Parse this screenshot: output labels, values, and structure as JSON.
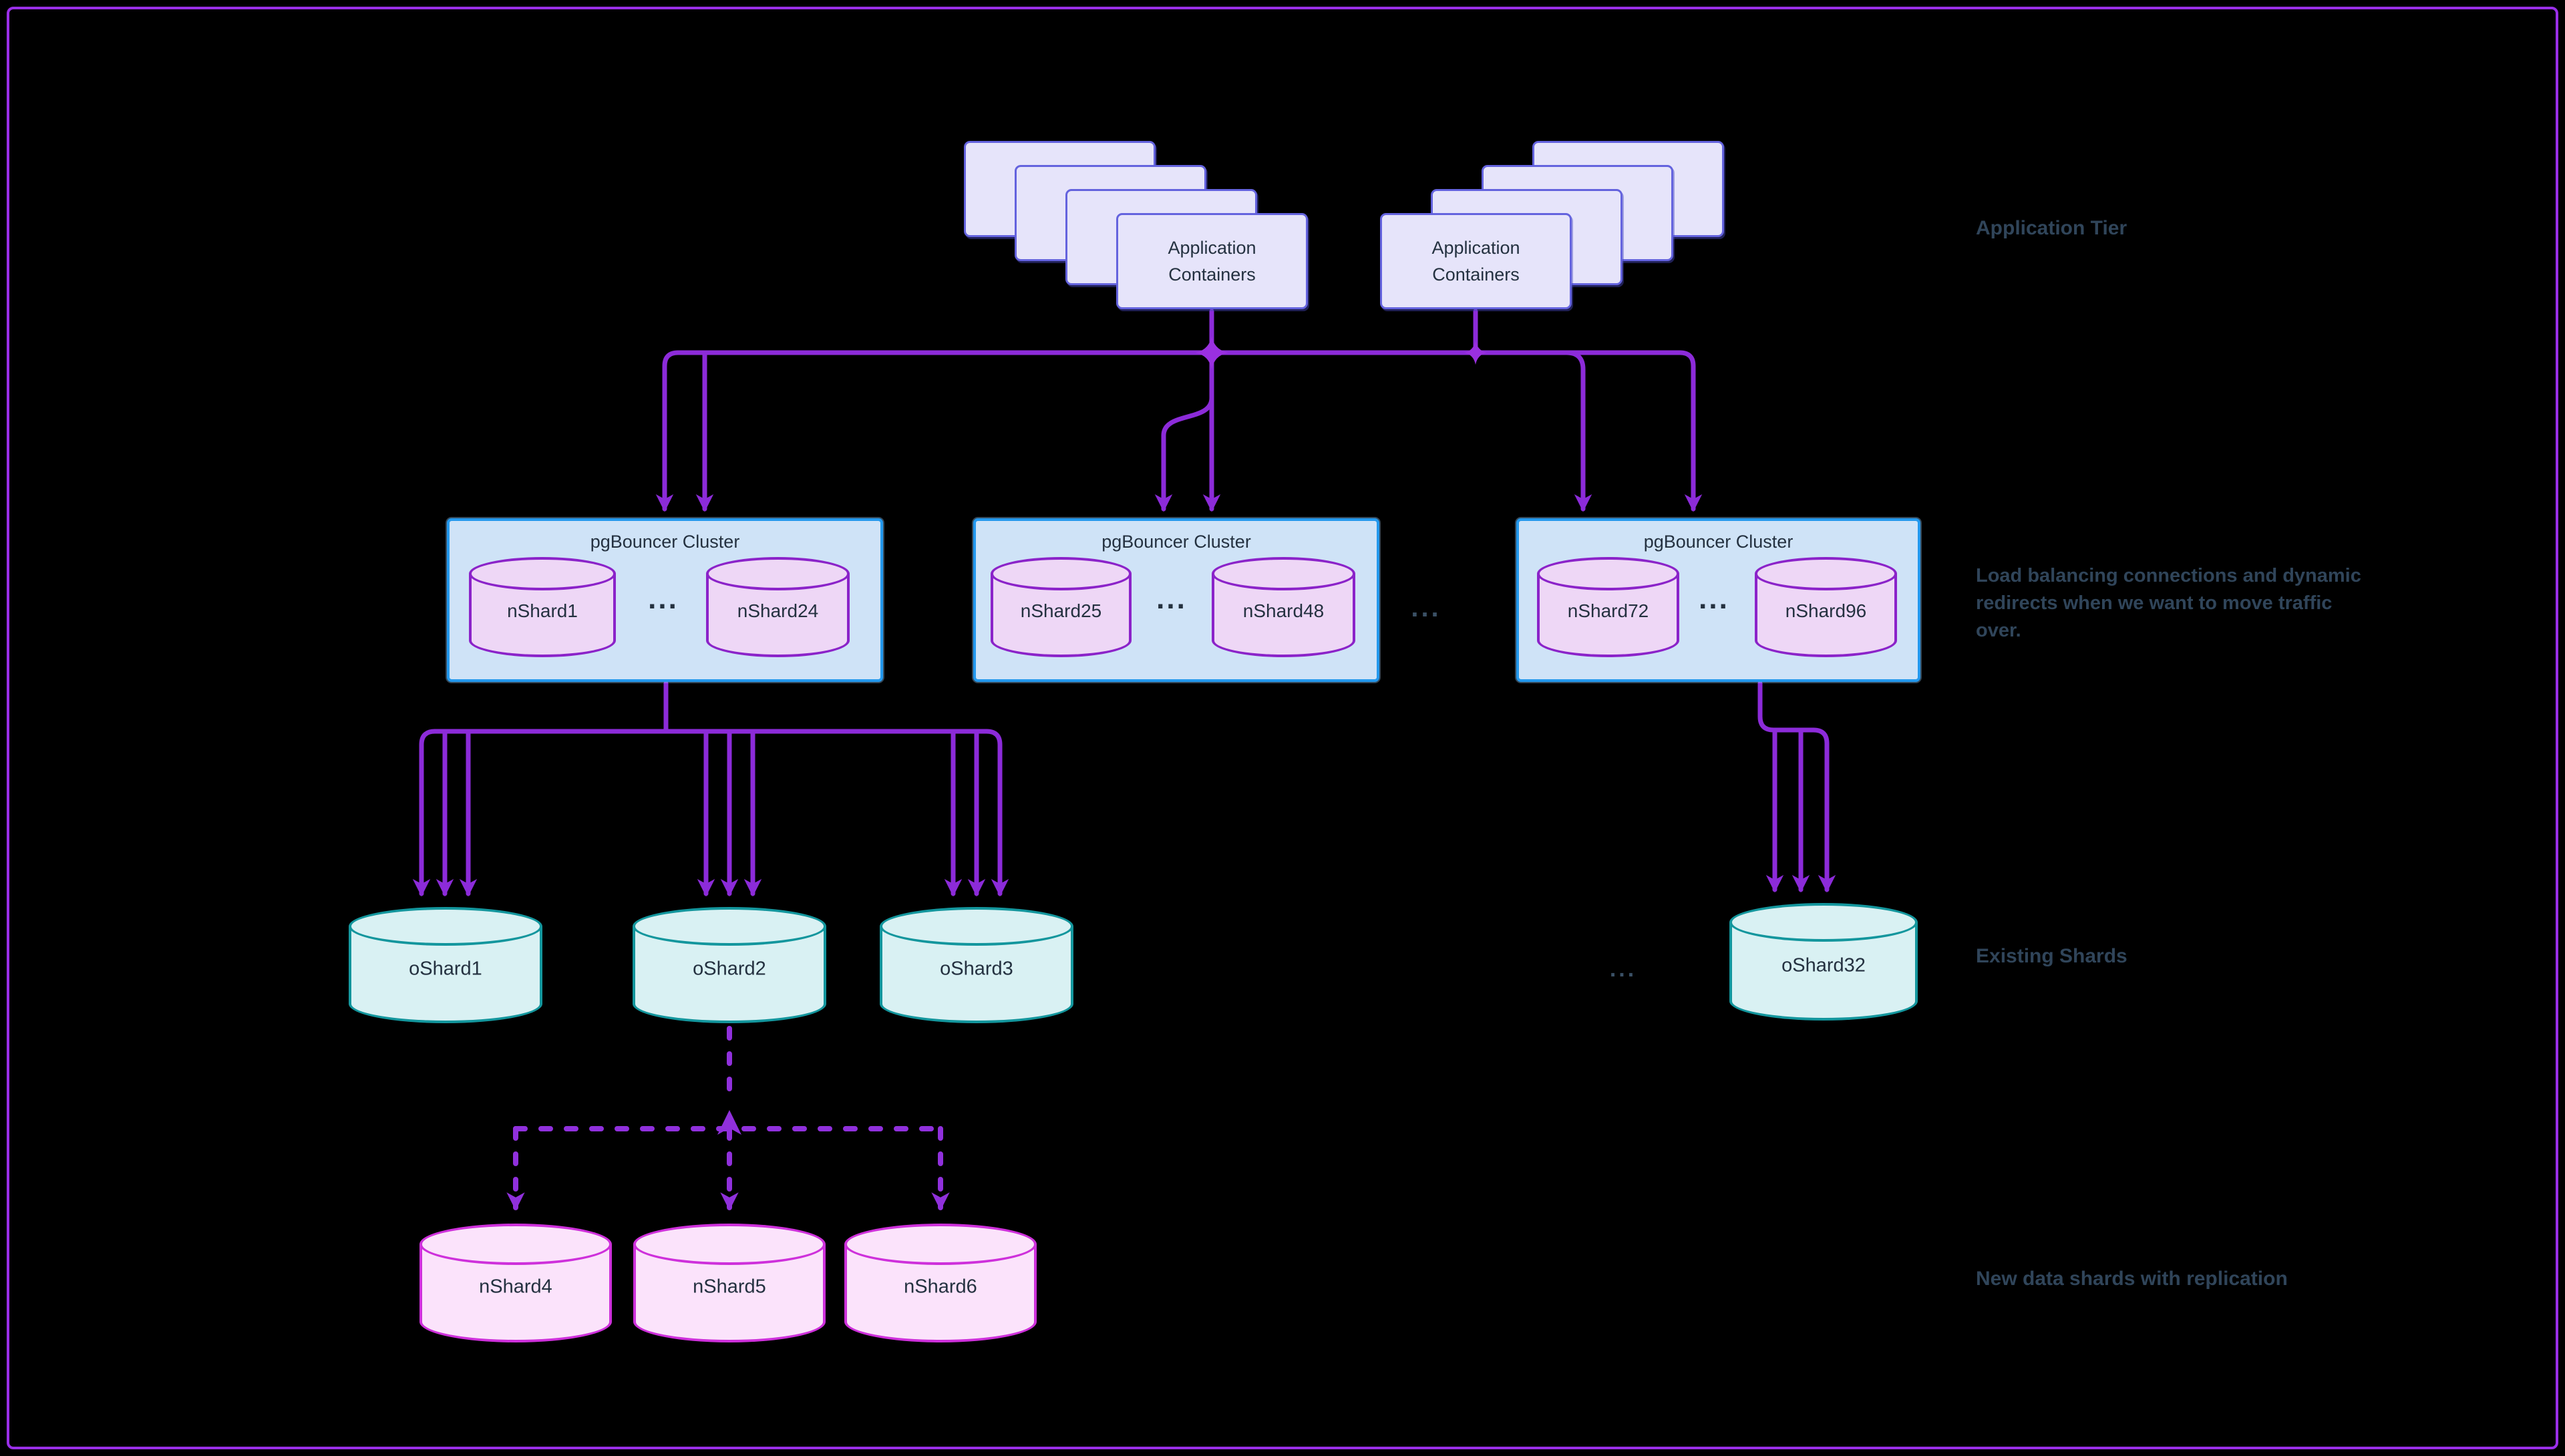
{
  "app_tier": {
    "stacks": [
      {
        "label": "Application Containers"
      },
      {
        "label": "Application Containers"
      }
    ]
  },
  "clusters": [
    {
      "title": "pgBouncer Cluster",
      "shards": [
        "nShard1",
        "nShard24"
      ],
      "ellipsis": "..."
    },
    {
      "title": "pgBouncer Cluster",
      "shards": [
        "nShard25",
        "nShard48"
      ],
      "ellipsis": "..."
    },
    {
      "title": "pgBouncer Cluster",
      "shards": [
        "nShard72",
        "nShard96"
      ],
      "ellipsis": "..."
    }
  ],
  "existing_shards": [
    "oShard1",
    "oShard2",
    "oShard3",
    "oShard32"
  ],
  "new_shards": [
    "nShard4",
    "nShard5",
    "nShard6"
  ],
  "separators": {
    "clusters": "...",
    "shards": "..."
  },
  "annotations": {
    "application_tier": "Application Tier",
    "load_balancing": "Load balancing connections and dynamic redirects when we want to move traffic over.",
    "existing_shards": "Existing Shards",
    "new_shards": "New data shards with replication"
  },
  "colors": {
    "background": "#000000",
    "frame": "#9A2FE8",
    "connector": "#8C2BD9",
    "connector_dashed": "#9030DC",
    "app_box_fill": "#E6E4FA",
    "app_box_border": "#6463DE",
    "cluster_fill": "#CFE3F7",
    "cluster_border": "#2499EE",
    "cluster_cylinder_fill": "#EED7F6",
    "cluster_cylinder_border": "#8B23C9",
    "existing_shard_fill": "#D9F1F3",
    "existing_shard_border": "#13969D",
    "new_shard_fill": "#FBE3FB",
    "new_shard_border": "#CE30DB",
    "node_text": "#243140",
    "annotation_text": "#30455A"
  }
}
